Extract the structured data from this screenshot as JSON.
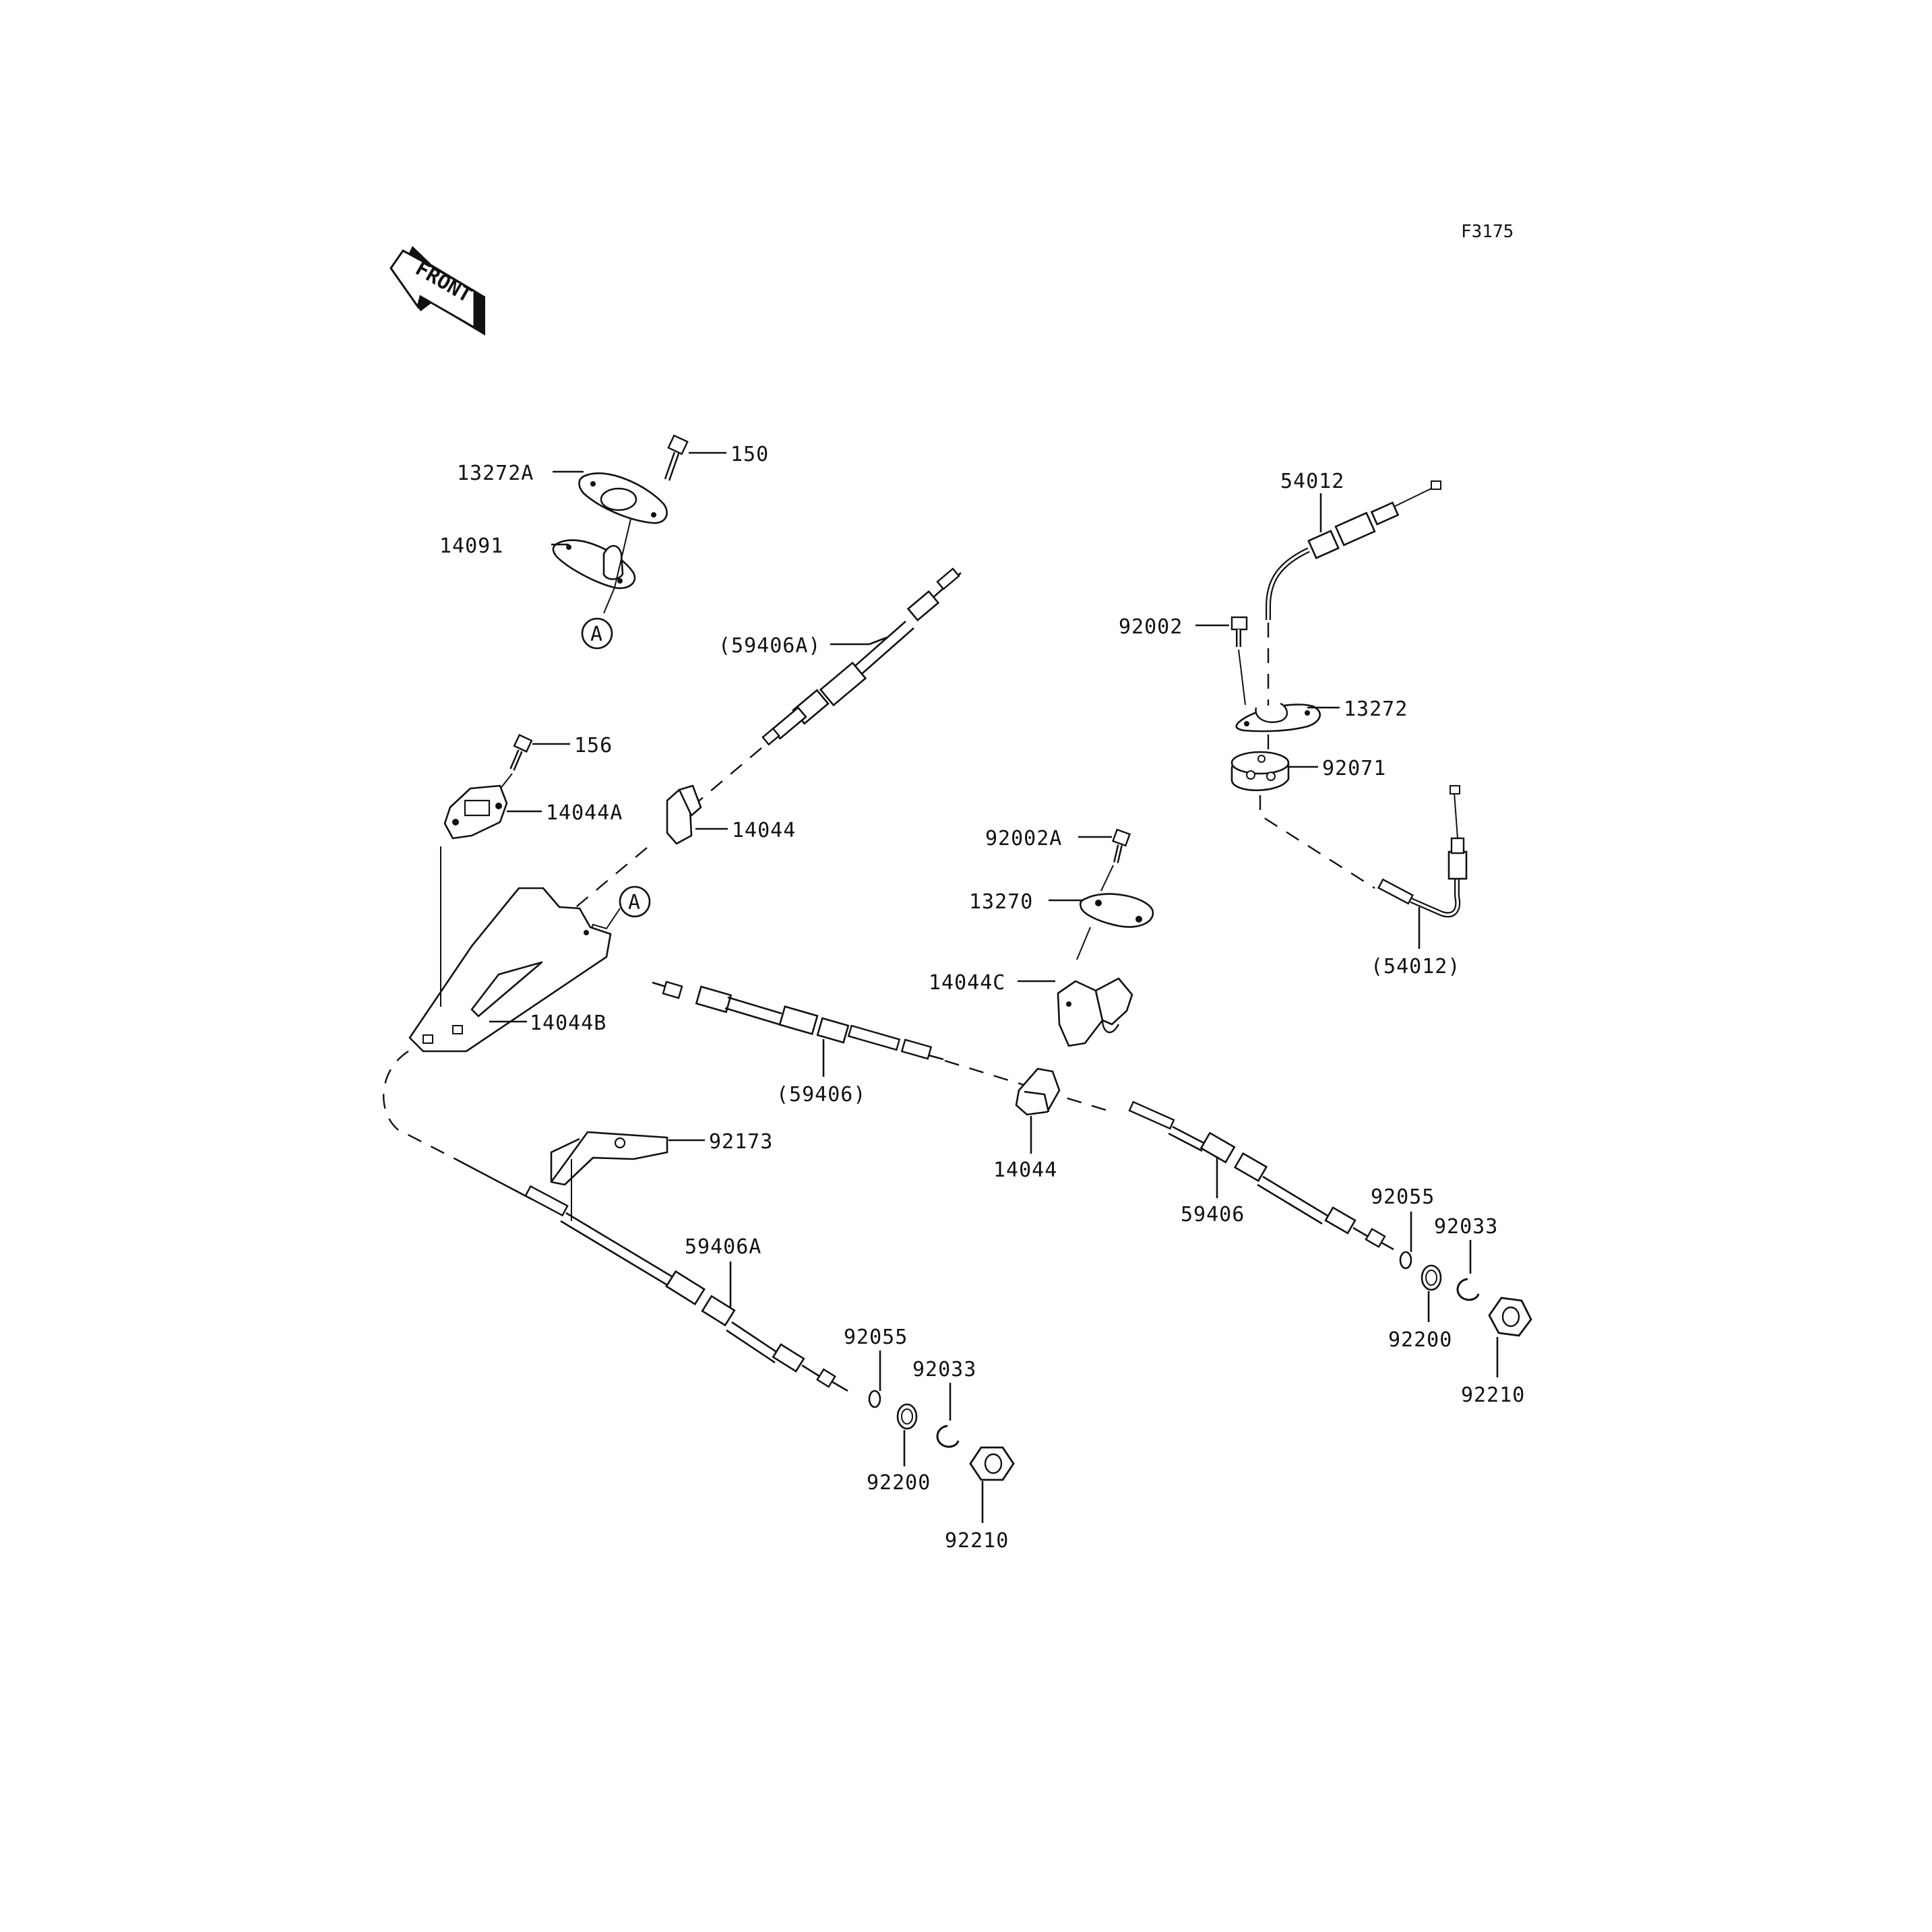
{
  "figure_code": "F3175",
  "front_arrow": {
    "text": "FRONT",
    "icon": "front-direction-arrow-icon"
  },
  "callouts": {
    "a_top": "A",
    "a_mid": "A"
  },
  "labels": {
    "p13272A": "13272A",
    "p150": "150",
    "p14091": "14091",
    "p59406A_paren": "(59406A)",
    "p156": "156",
    "p14044A": "14044A",
    "p14044_top": "14044",
    "p14044B": "14044B",
    "p92173": "92173",
    "p59406A": "59406A",
    "p92055_left": "92055",
    "p92033_left": "92033",
    "p92200_left": "92200",
    "p92210_left": "92210",
    "p59406_paren": "(59406)",
    "p14044_mid": "14044",
    "p92002A": "92002A",
    "p13270": "13270",
    "p14044C": "14044C",
    "p54012": "54012",
    "p92002": "92002",
    "p13272": "13272",
    "p92071": "92071",
    "p54012_paren": "(54012)",
    "p59406": "59406",
    "p92055_right": "92055",
    "p92033_right": "92033",
    "p92200_right": "92200",
    "p92210_right": "92210"
  }
}
